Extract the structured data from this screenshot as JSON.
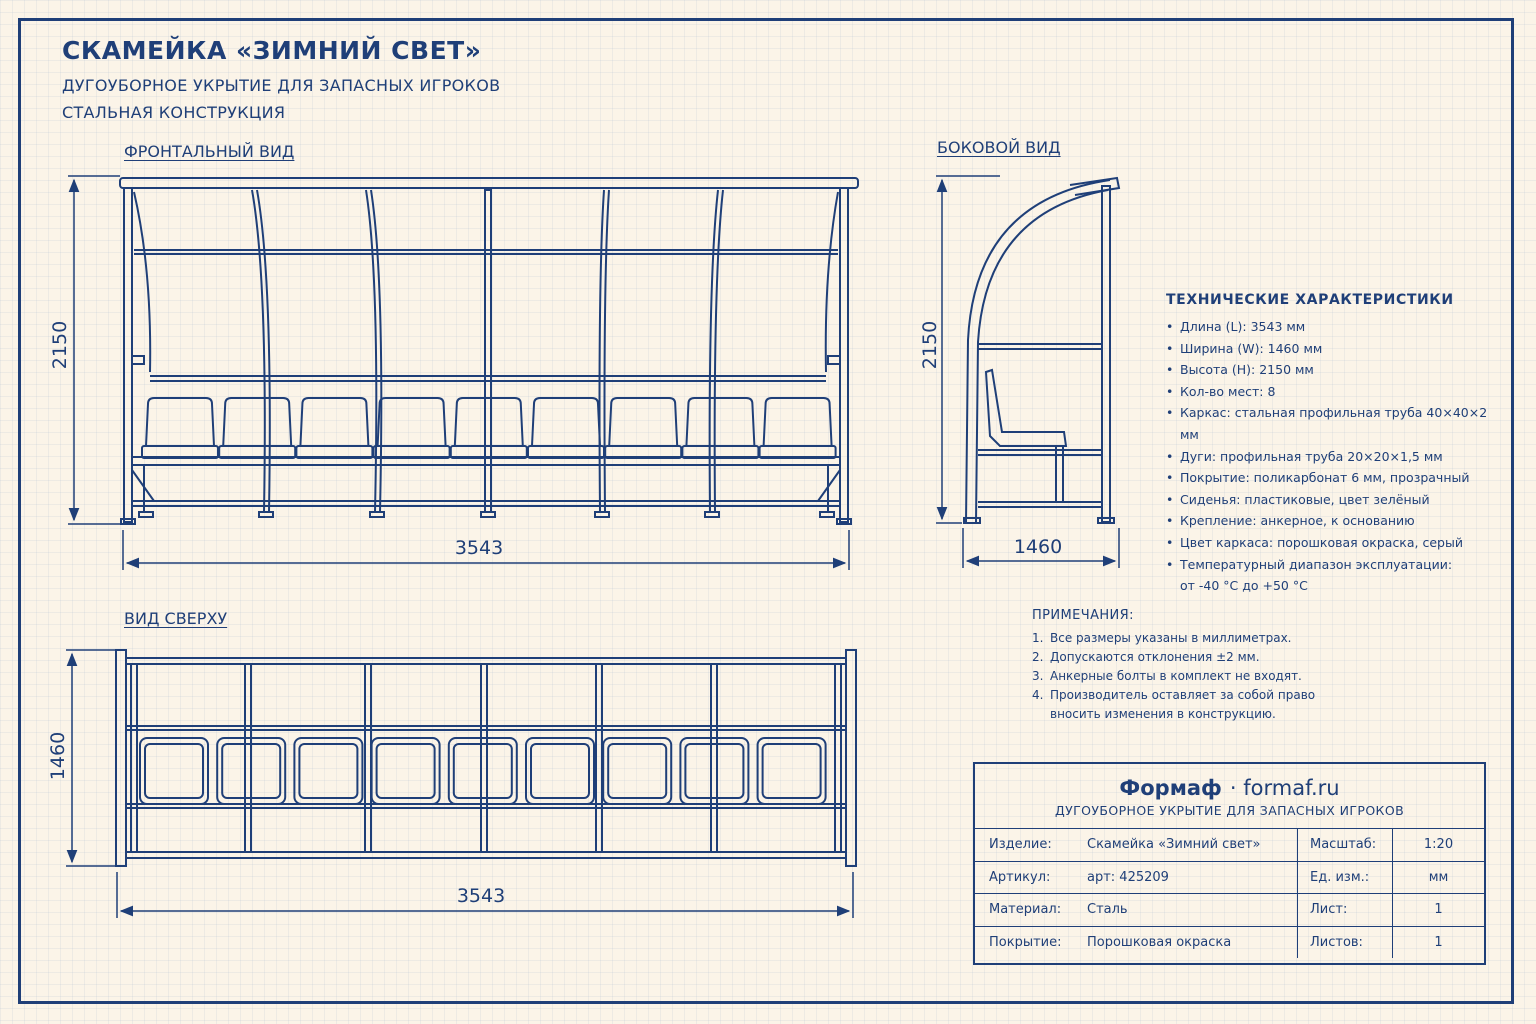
{
  "header": {
    "title": "СКАМЕЙКА «ЗИМНИЙ СВЕТ»",
    "subtitle1": "ДУГОУБОРНОЕ УКРЫТИЕ ДЛЯ ЗАПАСНЫХ ИГРОКОВ",
    "subtitle2": "СТАЛЬНАЯ КОНСТРУКЦИЯ"
  },
  "views": {
    "front": {
      "label": "ФРОНТАЛЬНЫЙ ВИД",
      "width": "3543",
      "height": "2150"
    },
    "side": {
      "label": "БОКОВОЙ ВИД",
      "width": "1460",
      "height": "2150"
    },
    "top": {
      "label": "ВИД СВЕРХУ",
      "width": "3543",
      "height": "1460"
    }
  },
  "specs": {
    "title": "ТЕХНИЧЕСКИЕ ХАРАКТЕРИСТИКИ",
    "items": [
      "Длина (L): 3543 мм",
      "Ширина (W): 1460 мм",
      "Высота (H): 2150 мм",
      "Кол-во мест: 8",
      "Каркас: стальная профильная труба 40×40×2 мм",
      "Дуги: профильная труба 20×20×1,5 мм",
      "Покрытие: поликарбонат 6 мм, прозрачный",
      "Сиденья: пластиковые, цвет зелёный",
      "Крепление: анкерное, к основанию",
      "Цвет каркаса: порошковая окраска, серый",
      "Температурный диапазон эксплуатации:",
      "от -40 °С до +50 °С"
    ]
  },
  "notes": {
    "title": "ПРИМЕЧАНИЯ:",
    "items": [
      {
        "num": "1.",
        "text": "Все размеры указаны в миллиметрах."
      },
      {
        "num": "2.",
        "text": "Допускаются отклонения ±2 мм."
      },
      {
        "num": "3.",
        "text": "Анкерные болты в комплект не входят."
      },
      {
        "num": "4.",
        "text": "Производитель оставляет за собой право"
      },
      {
        "num": "",
        "text": "вносить изменения в конструкцию."
      }
    ]
  },
  "stamp": {
    "brand": "Формаф",
    "site": "· formaf.ru",
    "type": "ДУГОУБОРНОЕ УКРЫТИЕ ДЛЯ ЗАПАСНЫХ ИГРОКОВ",
    "rows": [
      {
        "k1": "Изделие:",
        "v1": "Скамейка «Зимний свет»",
        "k2": "Масштаб:",
        "v2": "1:20"
      },
      {
        "k1": "Артикул:",
        "v1": "арт: 425209",
        "k2": "Ед. изм.:",
        "v2": "мм"
      },
      {
        "k1": "Материал:",
        "v1": "Сталь",
        "k2": "Лист:",
        "v2": "1"
      },
      {
        "k1": "Покрытие:",
        "v1": "Порошковая окраска",
        "k2": "Листов:",
        "v2": "1"
      }
    ]
  },
  "colors": {
    "ink": "#1f3f78",
    "paper": "#fbf4e8"
  }
}
